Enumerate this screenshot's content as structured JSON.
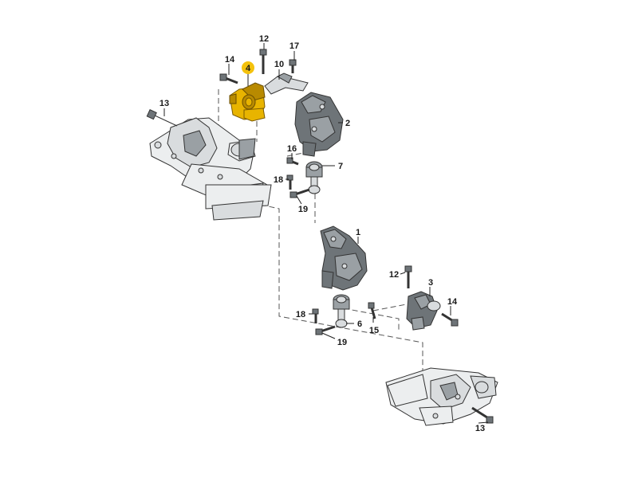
{
  "diagram": {
    "callouts": {
      "c1": "1",
      "c2": "2",
      "c3": "3",
      "c4": "4",
      "c6": "6",
      "c7": "7",
      "c10": "10",
      "c12_top": "12",
      "c12_bottom": "12",
      "c13_top": "13",
      "c13_bottom": "13",
      "c14_top": "14",
      "c14_bottom": "14",
      "c15": "15",
      "c16": "16",
      "c17": "17",
      "c18_top": "18",
      "c18_bottom": "18",
      "c19_top": "19",
      "c19_bottom": "19"
    },
    "highlighted_part": "4",
    "colors": {
      "highlight": "#f4c20d",
      "part_gray": "#6e7478",
      "line": "#222222"
    }
  }
}
